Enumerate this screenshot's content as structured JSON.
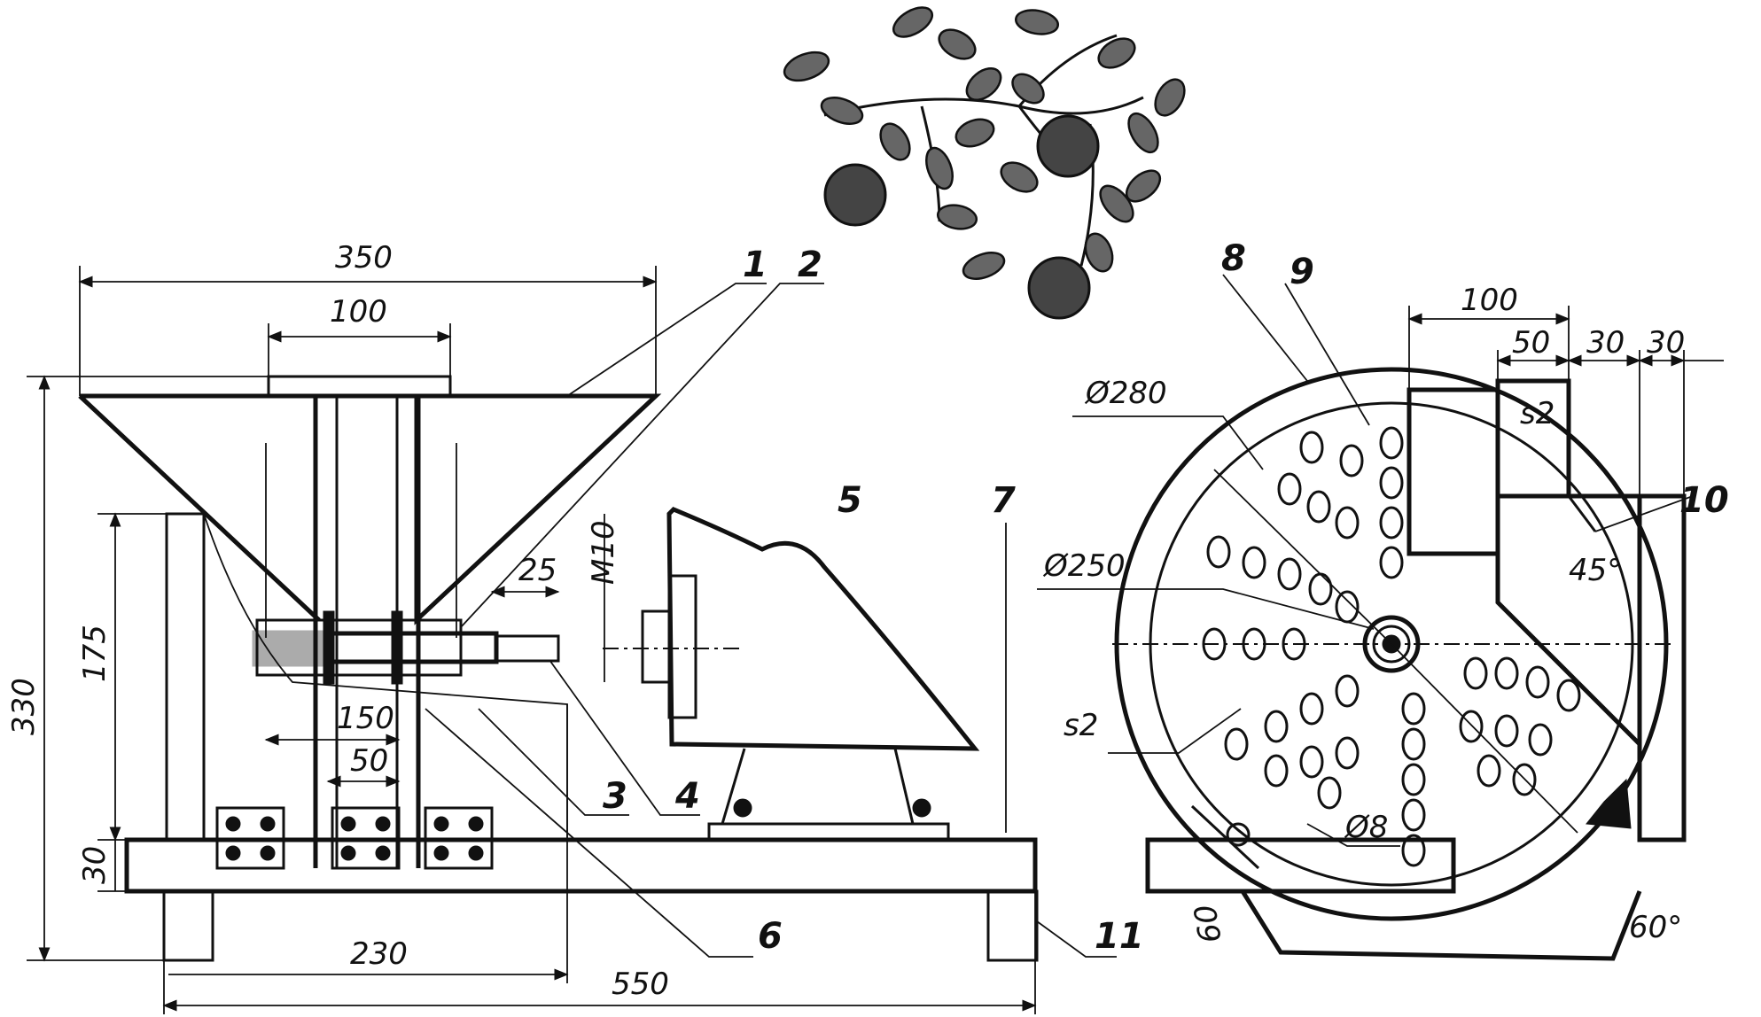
{
  "left_view": {
    "dims": {
      "width_top": "350",
      "hopper_neck": "100",
      "total_height": "330",
      "side_height": "175",
      "board_thickness": "30",
      "shaft_offset": "25",
      "thread": "M10",
      "inner_width": "150",
      "plate": "50",
      "left_offset": "230",
      "total_length": "550"
    },
    "callouts": [
      "1",
      "2",
      "3",
      "4",
      "5",
      "6",
      "7",
      "11"
    ]
  },
  "right_view": {
    "dims": {
      "chute_width": "100",
      "chute_inner": "50",
      "gap_a": "30",
      "gap_b": "30",
      "disc_outer": "Ø280",
      "disc_inner": "Ø250",
      "sheet_top": "s2",
      "sheet_disc": "s2",
      "hole": "Ø8",
      "angle_45": "45°",
      "angle_60": "60°",
      "outlet_depth": "60"
    },
    "callouts": [
      "8",
      "9",
      "10"
    ]
  }
}
